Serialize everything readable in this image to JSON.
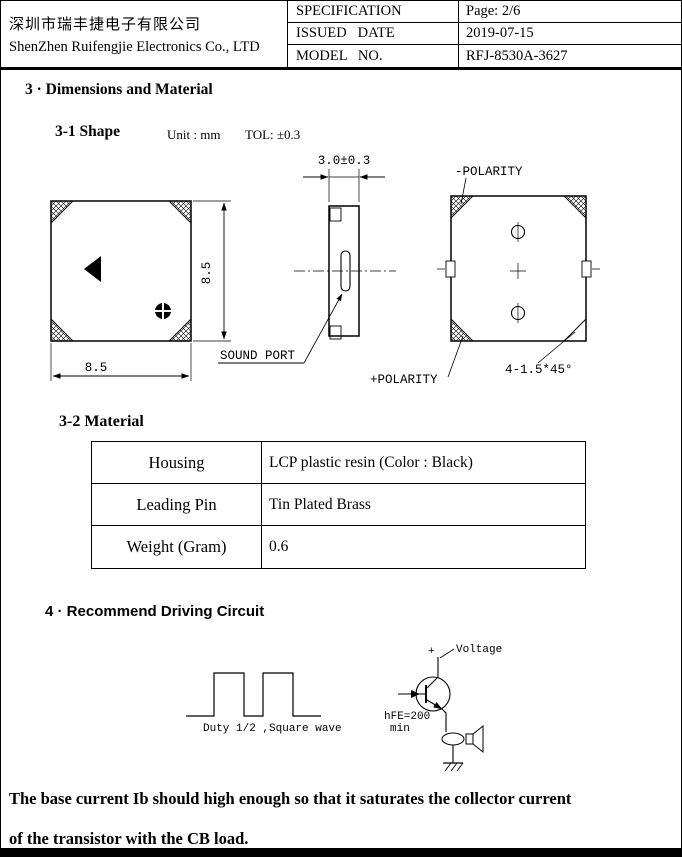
{
  "header": {
    "company_cn": "深圳市瑞丰捷电子有限公司",
    "company_en": "ShenZhen Ruifengjie Electronics Co., LTD",
    "rows": [
      {
        "label": "SPECIFICATION",
        "value": "Page: 2/6"
      },
      {
        "label": "ISSUED   DATE",
        "value": "2019-07-15"
      },
      {
        "label": "MODEL   NO.",
        "value": "RFJ-8530A-3627"
      }
    ]
  },
  "sections": {
    "dimensions_title": "3 · Dimensions and Material",
    "shape_title": "3-1 Shape",
    "unit_note": "Unit : mm",
    "tol_note": "TOL: ±0.3",
    "material_title": "3-2 Material",
    "circuit_title": "4 · Recommend Driving Circuit"
  },
  "material_table": {
    "rows": [
      {
        "name": "Housing",
        "value": "LCP plastic resin (Color : Black)"
      },
      {
        "name": "Leading Pin",
        "value": "Tin Plated Brass"
      },
      {
        "name": "Weight (Gram)",
        "value": "0.6"
      }
    ]
  },
  "drawing": {
    "dim_top_width": "3.0±0.3",
    "dim_side_height": "8.5",
    "dim_front_width": "8.5",
    "sound_port_label": "SOUND PORT",
    "neg_polarity_label": "-POLARITY",
    "pos_polarity_label": "+POLARITY",
    "chamfer_note": "4-1.5*45°"
  },
  "circuit": {
    "duty_label": "Duty 1/2 ,Square wave",
    "plus_label": "+",
    "voltage_label": "Voltage",
    "hfe_label": "hFE=200",
    "min_label": "min"
  },
  "footer": {
    "note_lines": [
      "The base current Ib should high enough so that it saturates the collector current",
      "of the transistor with the CB load."
    ]
  }
}
